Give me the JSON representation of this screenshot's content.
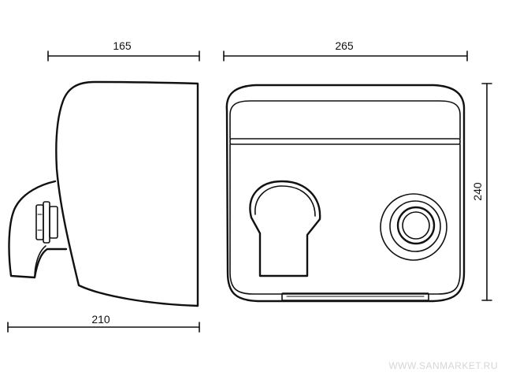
{
  "dimensions": {
    "side_depth": "165",
    "front_width": "265",
    "side_width": "210",
    "front_height": "240"
  },
  "watermark": "WWW.SANMARKET.RU",
  "colors": {
    "line": "#111111",
    "background": "#ffffff",
    "watermark": "#d6d6d6"
  }
}
